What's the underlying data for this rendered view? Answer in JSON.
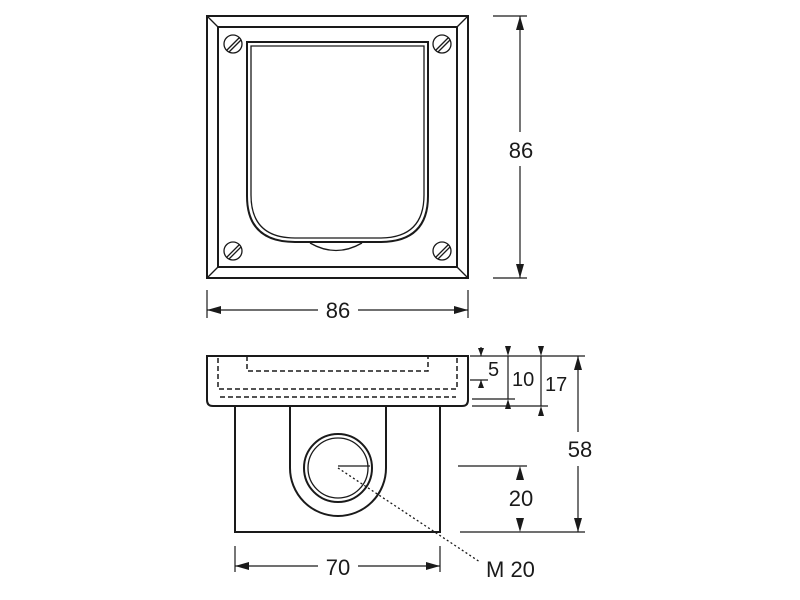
{
  "dimensions": {
    "top_height": "86",
    "top_width": "86",
    "side_5": "5",
    "side_10": "10",
    "side_17": "17",
    "side_58": "58",
    "side_20": "20",
    "bottom_width": "70",
    "thread": "M 20"
  }
}
